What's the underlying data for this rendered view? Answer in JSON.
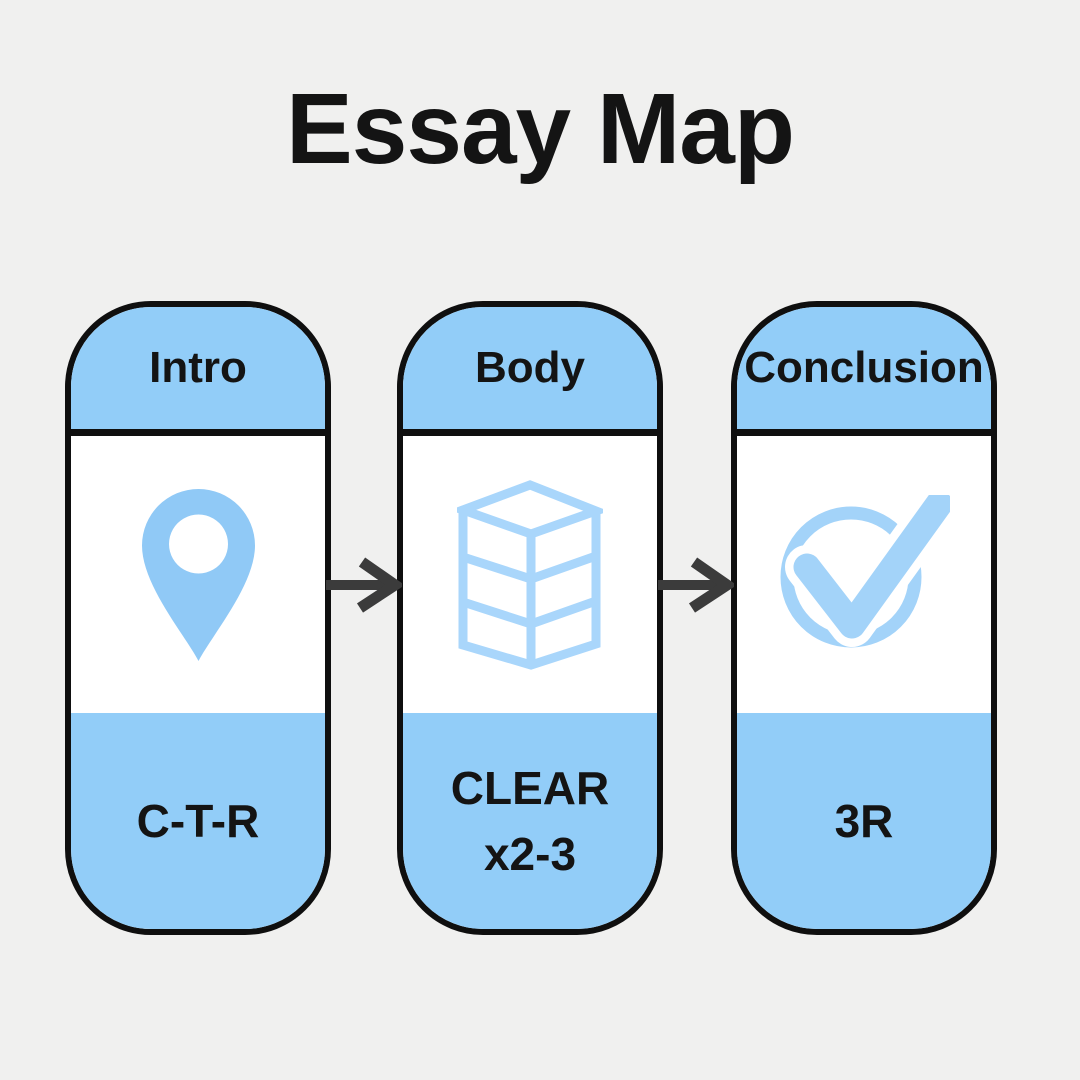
{
  "title": "Essay Map",
  "colors": {
    "background": "#f0f0ef",
    "card_blue": "#92cdf8",
    "card_white": "#ffffff",
    "outline_black": "#0f0f0f",
    "pin_icon_blue": "#90c9f6",
    "cube_icon_blue": "#a9d6fb",
    "check_icon_blue": "#a3d3f9",
    "arrow_gray": "#3b3b3b",
    "text_black": "#141414"
  },
  "cards": [
    {
      "header_label": "Intro",
      "icon": "location-pin-icon",
      "footer_lines": [
        "C-T-R"
      ]
    },
    {
      "header_label": "Body",
      "icon": "stacked-blocks-icon",
      "footer_lines": [
        "CLEAR",
        "x2-3"
      ]
    },
    {
      "header_label": "Conclusion",
      "icon": "check-circle-icon",
      "footer_lines": [
        "3R"
      ]
    }
  ],
  "arrows": [
    {
      "name": "arrow-intro-to-body",
      "direction": "right"
    },
    {
      "name": "arrow-body-to-conclusion",
      "direction": "right"
    }
  ]
}
